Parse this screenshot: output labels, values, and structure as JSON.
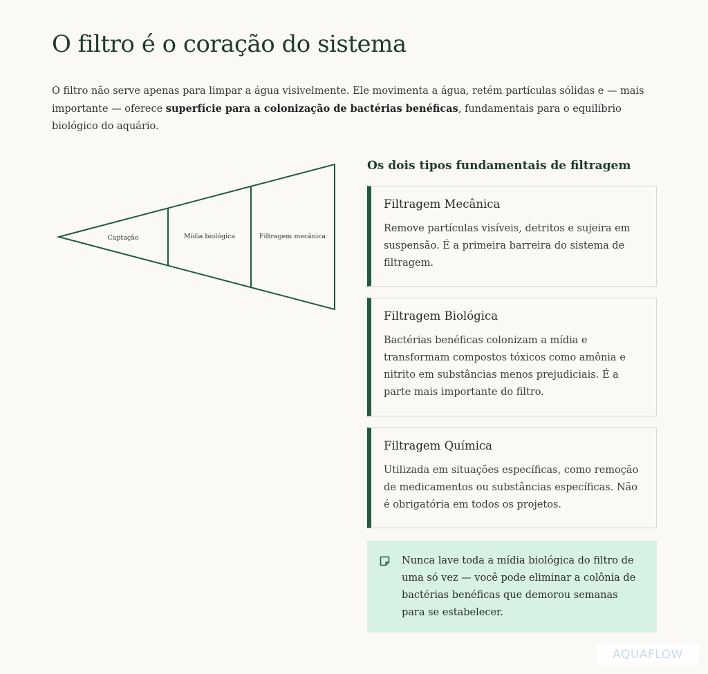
{
  "page": {
    "title": "O filtro é o coração do sistema",
    "intro": {
      "before": "O filtro não serve apenas para limpar a água visivelmente. Ele movimenta a água, retém partículas sólidas e — mais importante — oferece ",
      "bold": "superfície para a colonização de bactérias benéficas",
      "after": ", fundamentais para o equilíbrio biológico do aquário."
    }
  },
  "diagram": {
    "stages": [
      "Captação",
      "Mídia biológica",
      "Filtragem mecânica"
    ],
    "stroke_color": "#1f5c3d"
  },
  "types": {
    "heading": "Os dois tipos fundamentais de filtragem",
    "cards": [
      {
        "title": "Filtragem Mecânica",
        "text": "Remove partículas visíveis, detritos e sujeira em suspensão. É a primeira barreira do sistema de filtragem."
      },
      {
        "title": "Filtragem Biológica",
        "text": "Bactérias benéficas colonizam a mídia e transformam compostos tóxicos como amônia e nitrito em substâncias menos prejudiciais. É a parte mais importante do filtro."
      },
      {
        "title": "Filtragem Química",
        "text": "Utilizada em situações específicas, como remoção de medicamentos ou substâncias específicas. Não é obrigatória em todos os projetos."
      }
    ],
    "accent_color": "#1f5c3d"
  },
  "note": {
    "icon": "note-icon",
    "text": "Nunca lave toda a mídia biológica do filtro de uma só vez — você pode eliminar a colônia de bactérias benéficas que demorou semanas para se estabelecer.",
    "background": "#d7f2e3"
  },
  "watermark": {
    "text": "AQUAFLOW"
  }
}
